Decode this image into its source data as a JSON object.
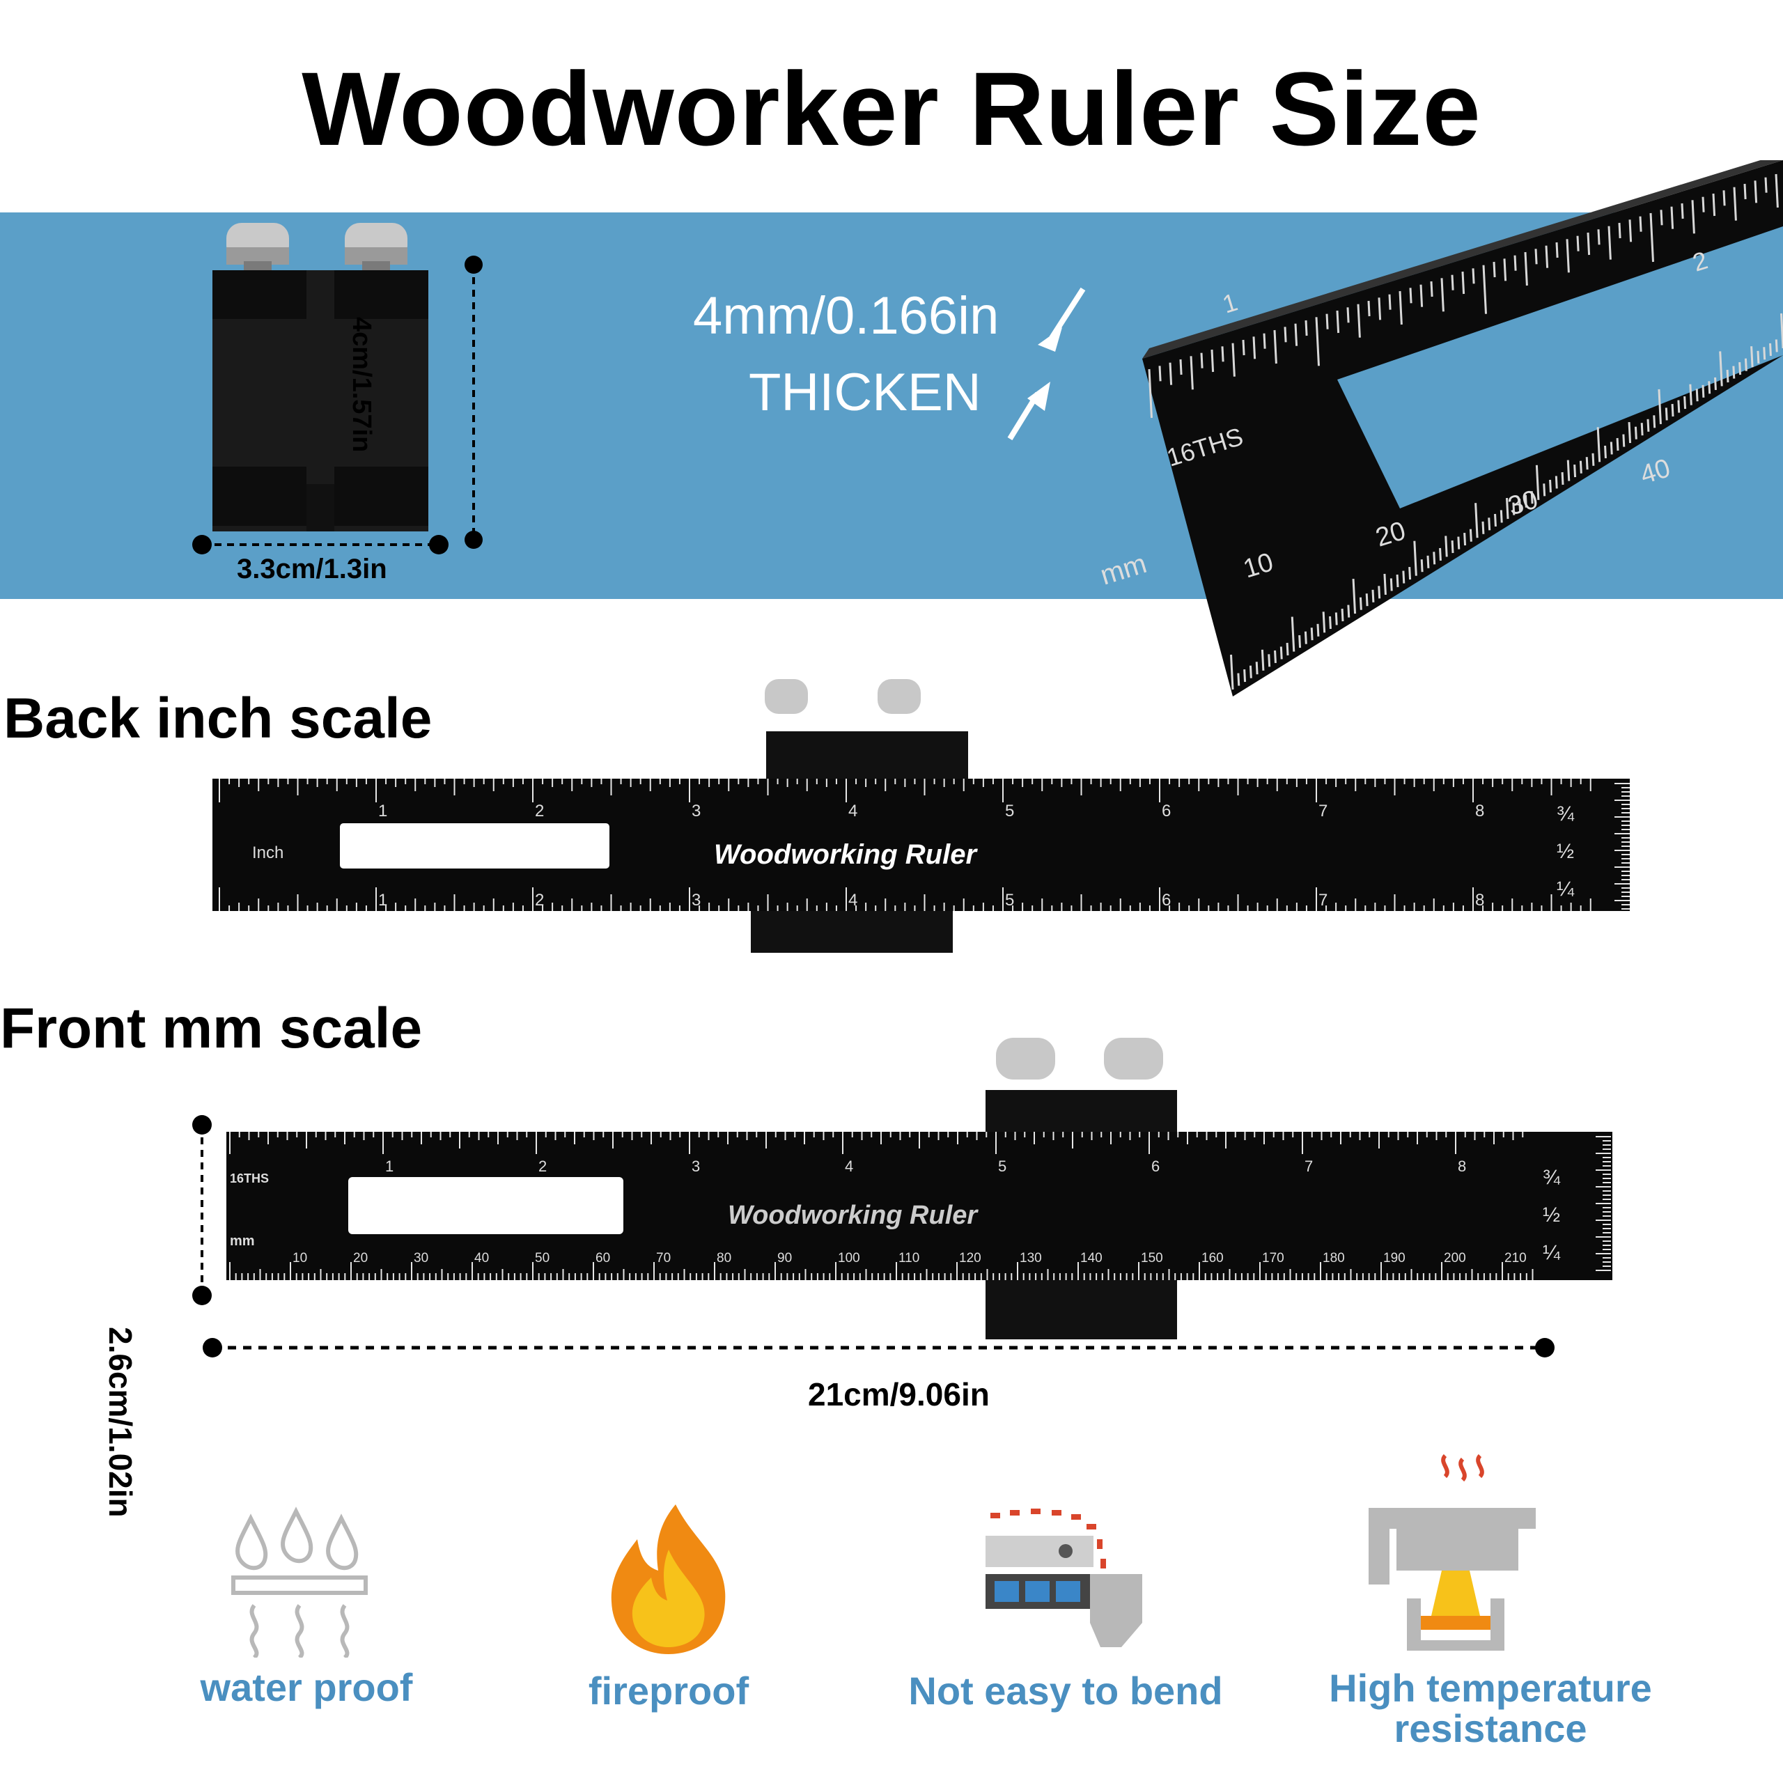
{
  "title": "Woodworker Ruler Size",
  "top_section": {
    "block_height_label": "4cm/1.57in",
    "block_width_label": "3.3cm/1.3in",
    "thickness_label": "4mm/0.166in",
    "thicken_label": "THICKEN",
    "closeup_scale_label": "16THS",
    "closeup_unit_label": "mm",
    "closeup_inch_numbers": [
      "1",
      "2"
    ],
    "closeup_mm_numbers": [
      "10",
      "20",
      "30",
      "40"
    ]
  },
  "back_scale": {
    "heading": "Back inch scale",
    "unit_label": "Inch",
    "brand": "Woodworking Ruler",
    "inch_numbers": [
      "1",
      "2",
      "3",
      "4",
      "5",
      "6",
      "7",
      "8"
    ],
    "fractions": [
      "¾",
      "½",
      "¼"
    ]
  },
  "front_scale": {
    "heading": "Front mm scale",
    "scale_label": "16THS",
    "unit_label": "mm",
    "brand": "Woodworking Ruler",
    "inch_numbers": [
      "1",
      "2",
      "3",
      "4",
      "5",
      "6",
      "7",
      "8"
    ],
    "mm_numbers": [
      "10",
      "20",
      "30",
      "40",
      "50",
      "60",
      "70",
      "80",
      "90",
      "100",
      "110",
      "120",
      "130",
      "140",
      "150",
      "160",
      "170",
      "180",
      "190",
      "200",
      "210"
    ],
    "fractions": [
      "¾",
      "½",
      "¼"
    ],
    "height_label": "2.6cm/1.02in",
    "length_label": "21cm/9.06in"
  },
  "benefits": [
    {
      "icon": "water-drops-icon",
      "label": "water proof"
    },
    {
      "icon": "flame-icon",
      "label": "fireproof"
    },
    {
      "icon": "bend-machine-icon",
      "label": "Not easy to bend"
    },
    {
      "icon": "heat-press-icon",
      "label": "High temperature\nresistance"
    }
  ],
  "colors": {
    "band": "#5b9fc8",
    "ruler": "#0a0a0a",
    "benefit_text": "#4a8fc0",
    "flame_yellow": "#f7c21a",
    "flame_orange": "#f08a12",
    "gray_icon": "#b8b8b8",
    "heat_red": "#d9452b"
  }
}
